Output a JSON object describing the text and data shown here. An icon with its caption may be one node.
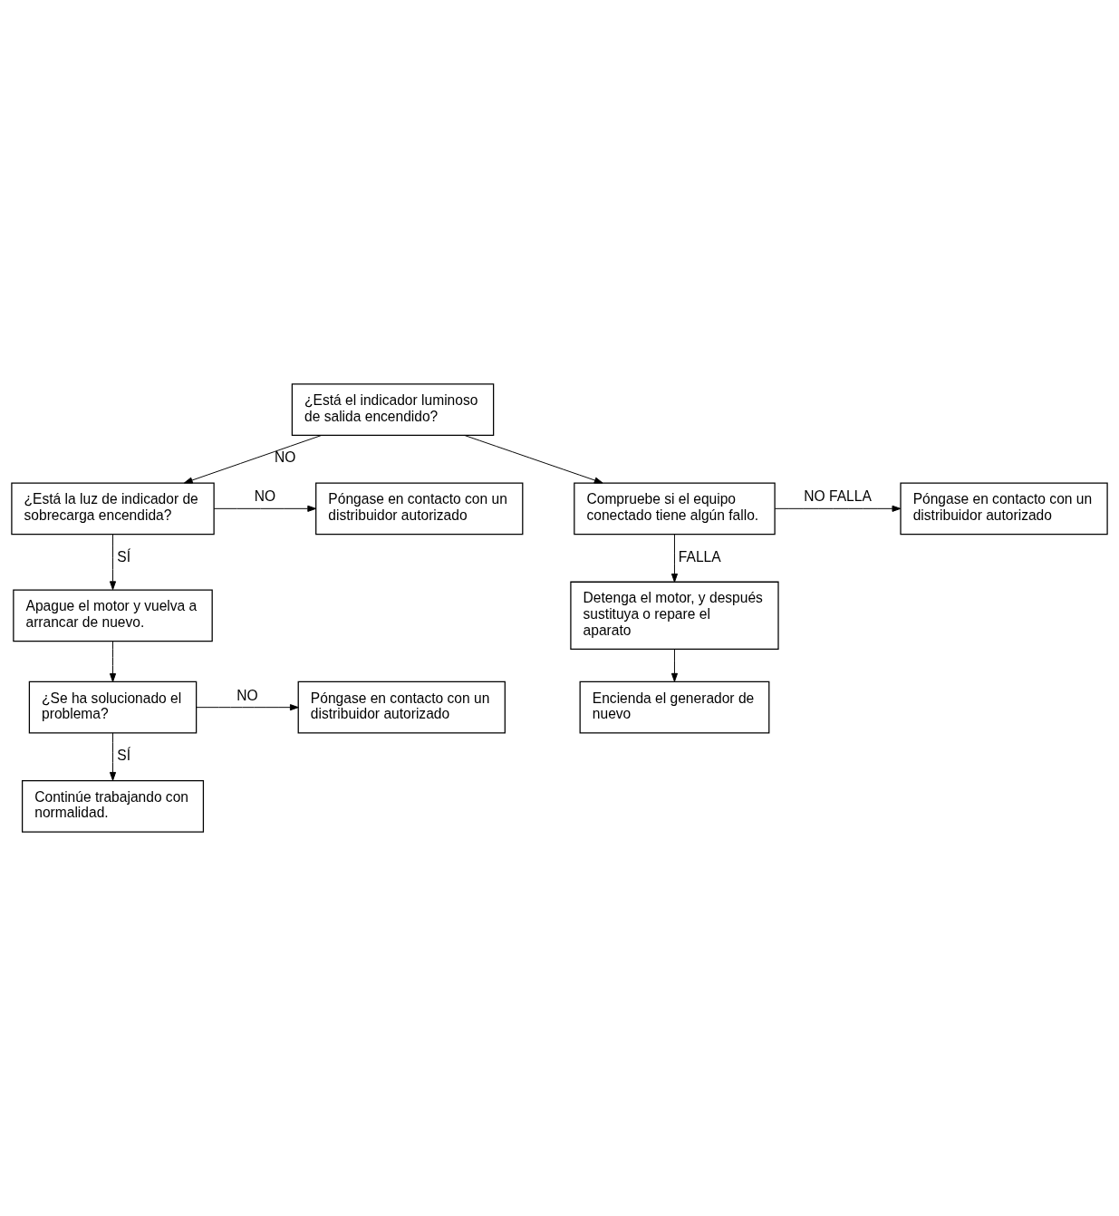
{
  "diagram": {
    "nodes": [
      {
        "text": [
          "¿Está el indicador luminoso de salida encendido?"
        ]
      },
      {
        "text": [
          "¿Está la luz de indicador de sobrecarga encendida?"
        ]
      },
      {
        "text": [
          "Póngase en contacto con un distribuidor autorizado"
        ]
      },
      {
        "text": [
          "Apague el motor y vuelva a arrancar de nuevo."
        ]
      },
      {
        "text": [
          "¿Se ha solucionado el problema?"
        ]
      },
      {
        "text": [
          "Póngase en contacto con un distribuidor autorizado"
        ]
      },
      {
        "text": [
          "Continúe trabajando con normalidad."
        ]
      },
      {
        "text": [
          "Compruebe si el equipo conectado tiene algún fallo."
        ]
      },
      {
        "text": [
          "Póngase en contacto con un distribuidor autorizado"
        ]
      },
      {
        "text": [
          "Detenga el motor, y después sustituya o repare el aparato"
        ]
      },
      {
        "text": [
          "Encienda el generador de nuevo"
        ]
      }
    ],
    "edges": [
      {
        "from": 0,
        "to": 1,
        "label": "NO",
        "arrow": "to"
      },
      {
        "from": 1,
        "to": 2,
        "label": "NO",
        "arrow": "to"
      },
      {
        "from": 1,
        "to": 3,
        "label": "SÍ",
        "arrow": "to"
      },
      {
        "from": 3,
        "to": 4,
        "arrow": "to"
      },
      {
        "from": 4,
        "to": 5,
        "label": "NO",
        "arrow": "to"
      },
      {
        "from": 4,
        "to": 6,
        "label": "SÍ",
        "arrow": "to"
      },
      {
        "from": 0,
        "to": 7,
        "arrow": "to"
      },
      {
        "from": 7,
        "to": 8,
        "label": "NO FALLA",
        "arrow": "to"
      },
      {
        "from": 7,
        "to": 9,
        "label": "FALLA",
        "arrow": "to"
      },
      {
        "from": 9,
        "to": 10,
        "arrow": "to"
      }
    ]
  }
}
